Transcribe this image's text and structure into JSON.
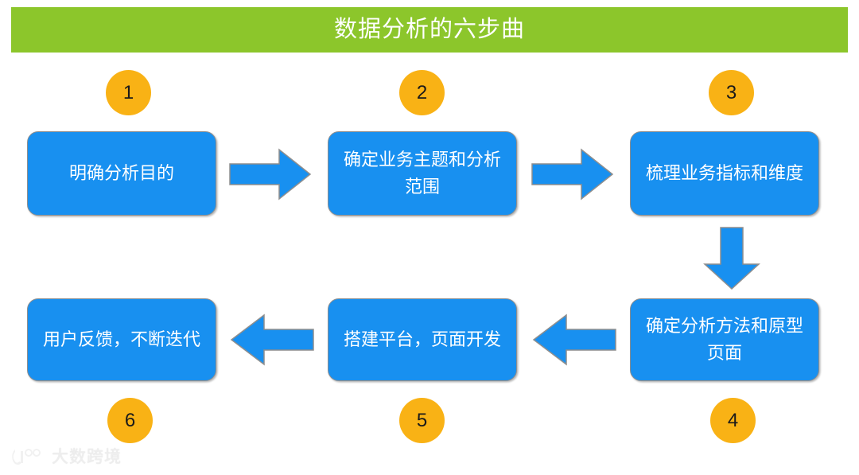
{
  "title": {
    "text": "数据分析的六步曲",
    "banner_color": "#8CC62B",
    "text_color": "#FFFFFF"
  },
  "colors": {
    "box_fill": "#1890F0",
    "box_border": "#8E8E8E",
    "circle_fill": "#F9B215",
    "arrow_fill": "#1890F0",
    "arrow_border": "#8E8E8E",
    "background": "#FFFFFF"
  },
  "steps": [
    {
      "number": "1",
      "label": "明确分析目的"
    },
    {
      "number": "2",
      "label": "确定业务主题和分析范围"
    },
    {
      "number": "3",
      "label": "梳理业务指标和维度"
    },
    {
      "number": "4",
      "label": "确定分析方法和原型页面"
    },
    {
      "number": "5",
      "label": "搭建平台，页面开发"
    },
    {
      "number": "6",
      "label": "用户反馈，不断迭代"
    }
  ],
  "arrows": [
    {
      "name": "arrow-step1-to-step2",
      "direction": "right"
    },
    {
      "name": "arrow-step2-to-step3",
      "direction": "right"
    },
    {
      "name": "arrow-step3-to-step4",
      "direction": "down"
    },
    {
      "name": "arrow-step4-to-step5",
      "direction": "left"
    },
    {
      "name": "arrow-step5-to-step6",
      "direction": "left"
    }
  ],
  "watermark": {
    "text": "大数跨境"
  }
}
